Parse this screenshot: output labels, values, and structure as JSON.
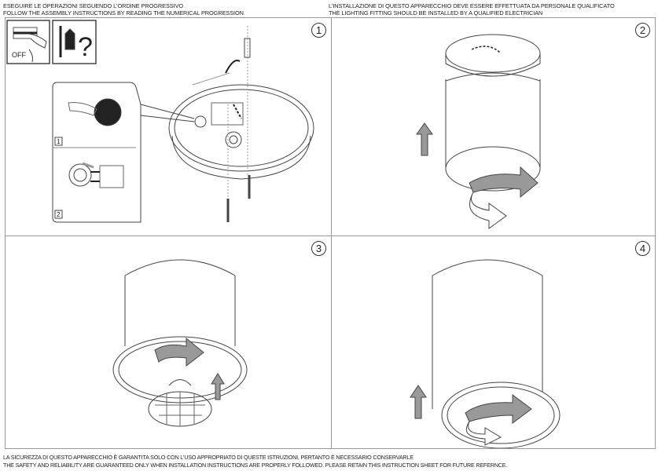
{
  "header": {
    "left": [
      "ESEGUIRE LE OPERAZIONI SEGUENDO L'ORDINE PROGRESSIVO",
      "FOLLOW THE ASSEMBLY INSTRUCTIONS BY READING THE NUMERICAL PROGRESSION"
    ],
    "right": [
      "L'INSTALLAZIONE DI QUESTO APPARECCHIO DEVE ESSERE EFFETTUATA DA PERSONALE QUALIFICATO",
      "THE LIGHTING FITTING SHOULD BE INSTALLED BY A QUALIFIED ELECTRICIAN"
    ]
  },
  "panels": [
    {
      "number": "1",
      "off_label": "OFF",
      "question_mark": "?",
      "sub_steps": [
        "1",
        "2"
      ]
    },
    {
      "number": "2"
    },
    {
      "number": "3"
    },
    {
      "number": "4"
    }
  ],
  "footer": [
    "LA SICUREZZA DI QUESTO APPARECCHIO È GARANTITA SOLO CON L'USO APPROPRIATO DI QUESTE ISTRUZIONI, PERTANTO È NECESSARIO CONSERVARLE",
    "THE SAFETY AND RELIABILITY ARE GUARANTEED ONLY WHEN INSTALLATION INSTRUCTIONS ARE PROPERLY FOLLOWED. PLEASE RETAIN THIS INSTRUCTION SHEET FOR FUTURE REFERNCE."
  ],
  "colors": {
    "line": "#444444",
    "arrow_fill": "#999999",
    "border": "#999999"
  }
}
